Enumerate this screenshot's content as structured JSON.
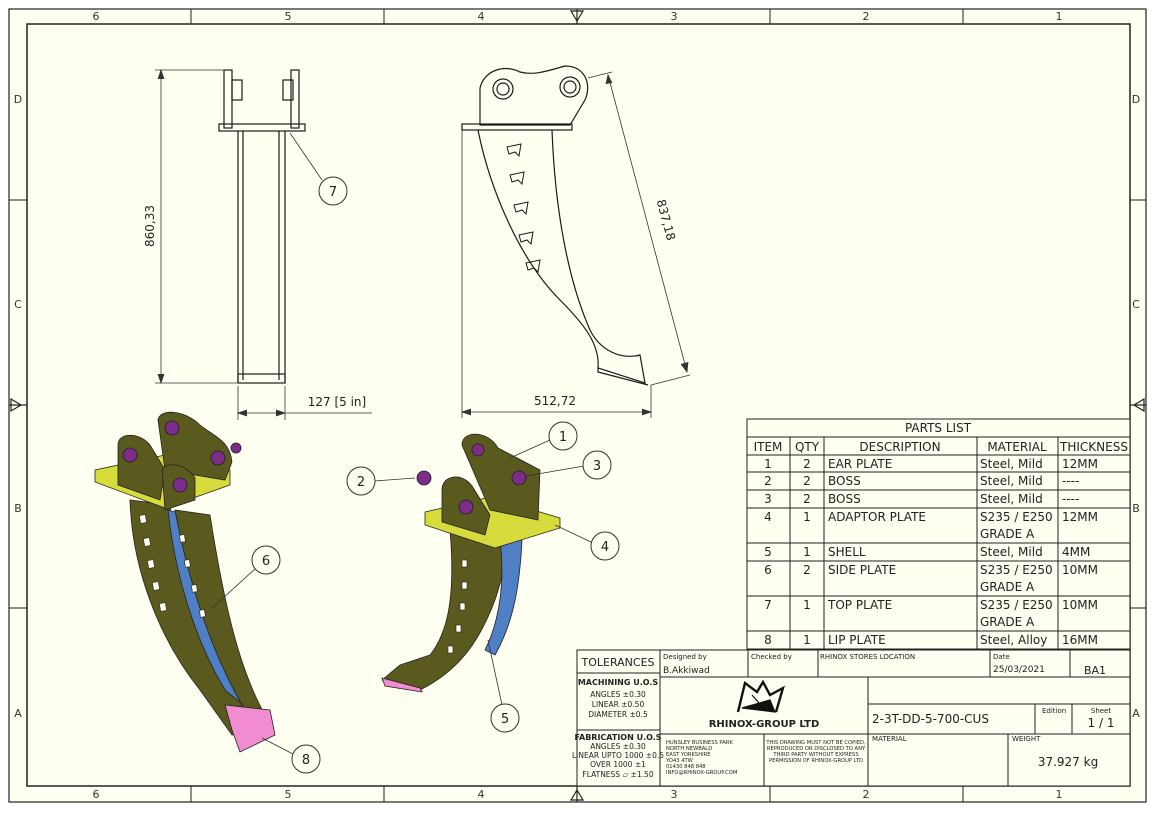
{
  "border": {
    "columns": [
      "6",
      "5",
      "4",
      "3",
      "2",
      "1"
    ],
    "rows": [
      "D",
      "C",
      "B",
      "A"
    ]
  },
  "dimensions": {
    "height": "860,33",
    "width_front": "127 [5 in]",
    "length": "837,18",
    "width_side": "512,72"
  },
  "balloons": [
    "1",
    "2",
    "3",
    "4",
    "5",
    "6",
    "7",
    "8"
  ],
  "parts_list": {
    "title": "PARTS LIST",
    "headers": [
      "ITEM",
      "QTY",
      "DESCRIPTION",
      "MATERIAL",
      "THICKNESS"
    ],
    "rows": [
      {
        "item": "1",
        "qty": "2",
        "description": "EAR PLATE",
        "material": "Steel, Mild",
        "material2": "",
        "thickness": "12MM"
      },
      {
        "item": "2",
        "qty": "2",
        "description": "BOSS",
        "material": "Steel, Mild",
        "material2": "",
        "thickness": "----"
      },
      {
        "item": "3",
        "qty": "2",
        "description": "BOSS",
        "material": "Steel, Mild",
        "material2": "",
        "thickness": "----"
      },
      {
        "item": "4",
        "qty": "1",
        "description": "ADAPTOR PLATE",
        "material": "S235 / E250",
        "material2": "GRADE A",
        "thickness": "12MM"
      },
      {
        "item": "5",
        "qty": "1",
        "description": "SHELL",
        "material": "Steel, Mild",
        "material2": "",
        "thickness": "4MM"
      },
      {
        "item": "6",
        "qty": "2",
        "description": "SIDE PLATE",
        "material": "S235 / E250",
        "material2": "GRADE A",
        "thickness": "10MM"
      },
      {
        "item": "7",
        "qty": "1",
        "description": "TOP PLATE",
        "material": "S235 / E250",
        "material2": "GRADE A",
        "thickness": "10MM"
      },
      {
        "item": "8",
        "qty": "1",
        "description": "LIP PLATE",
        "material": "Steel, Alloy",
        "material2": "",
        "thickness": "16MM"
      }
    ]
  },
  "title_block": {
    "tolerances": "TOLERANCES",
    "designed_by_label": "Designed by",
    "designed_by": "B.Akkiwad",
    "checked_by_label": "Checked by",
    "location": "RHINOX STORES LOCATION",
    "date_label": "Date",
    "date": "25/03/2021",
    "size": "BA1",
    "machining_title": "MACHINING U.O.S",
    "machining": [
      "ANGLES ±0.30",
      "LINEAR ±0.50",
      "DIAMETER ±0.5"
    ],
    "fabrication_title": "FABRICATION U.O.S",
    "fabrication": [
      "ANGLES ±0.30",
      "LINEAR UPTO 1000 ±0.5",
      "OVER 1000 ±1",
      "FLATNESS ⏥ ±1.50"
    ],
    "company": "RHINOX-GROUP LTD",
    "address": [
      "HUNSLEY BUSINESS PARK",
      "NORTH NEWBALD",
      "EAST YORKSHIRE",
      "YO43 4TW",
      "01430 848 848",
      "INFO@RHINOX-GROUP.COM"
    ],
    "disclaimer": [
      "THIS DRAWING MUST NOT BE COPIED,",
      "REPRODUCED OR DISCLOSED TO ANY",
      "THIRD PARTY WITHOUT EXPRESS",
      "PERMISSION OF RHINOX-GROUP LTD"
    ],
    "drawing_number": "2-3T-DD-5-700-CUS",
    "edition_label": "Edition",
    "sheet_label": "Sheet",
    "sheet": "1 / 1",
    "material_label": "MATERIAL",
    "weight_label": "WEIGHT",
    "weight": "37.927 kg"
  },
  "colors": {
    "body": "#5a5a1e",
    "top_plate": "#d7dc3c",
    "shell": "#4f7fc4",
    "lip": "#f08ccf",
    "boss": "#7c2d8a",
    "line": "#1a1a1a",
    "paper": "#fffff2"
  }
}
